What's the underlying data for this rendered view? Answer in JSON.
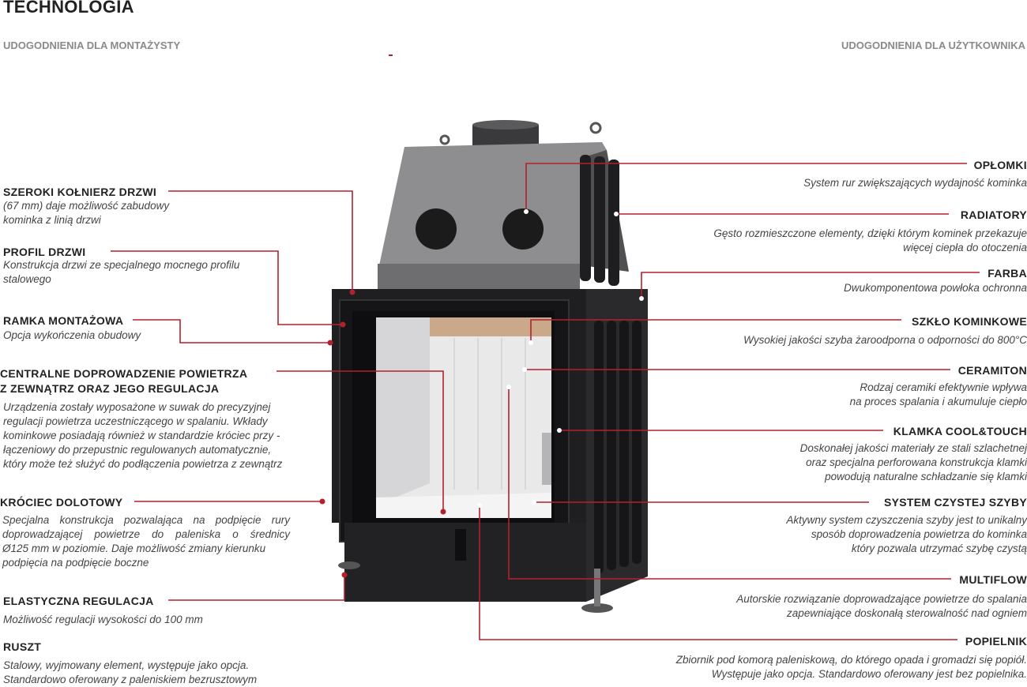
{
  "page_title": "TECHNOLOGIA",
  "col_left": "UDOGODNIENIA DLA MONTAŻYSTY",
  "col_right": "UDOGODNIENIA DLA UŻYTKOWNIKA",
  "left": [
    {
      "title": "SZEROKI KOŁNIERZ DRZWI",
      "desc": [
        "(67 mm) daje możliwość zabudowy",
        "kominka z linią drzwi"
      ]
    },
    {
      "title": "PROFIL DRZWI",
      "desc": [
        "Konstrukcja drzwi ze specjalnego mocnego profilu",
        "stalowego"
      ]
    },
    {
      "title": "RAMKA MONTAŻOWA",
      "desc": [
        "Opcja wykończenia obudowy"
      ]
    },
    {
      "title": [
        "CENTRALNE DOPROWADZENIE POWIETRZA",
        "Z ZEWNĄTRZ ORAZ JEGO REGULACJA"
      ],
      "desc": [
        "Urządzenia zostały wyposażone w suwak do precyzyjnej",
        "regulacji powietrza uczestniczącego w spalaniu. Wkłady",
        "kominkowe posiadają również w standardzie króciec przy -",
        "łączeniowy do przepustnic regulowanych automatycznie,",
        "który może też służyć do podłączenia powietrza z zewnątrz"
      ]
    },
    {
      "title": "KRÓCIEC DOLOTOWY",
      "desc": [
        "Specjalna konstrukcja pozwalająca na podpięcie rury",
        "doprowadzającej powietrze do paleniska o średnicy",
        "Ø125 mm w poziomie. Daje możliwość zmiany kierunku",
        "podpięcia na podpięcie boczne"
      ]
    },
    {
      "title": "ELASTYCZNA REGULACJA",
      "desc": [
        "Możliwość regulacji wysokości do 100 mm"
      ]
    },
    {
      "title": "RUSZT",
      "desc": [
        "Stalowy, wyjmowany element, występuje jako opcja.",
        "Standardowo oferowany z paleniskiem bezrusztowym"
      ]
    }
  ],
  "right": [
    {
      "title": "OPŁOMKI",
      "desc": [
        "System rur zwiększających wydajność kominka"
      ]
    },
    {
      "title": "RADIATORY",
      "desc": [
        "Gęsto rozmieszczone elementy, dzięki którym kominek przekazuje",
        "więcej ciepła do otoczenia"
      ]
    },
    {
      "title": "FARBA",
      "desc": [
        "Dwukomponentowa powłoka ochronna"
      ]
    },
    {
      "title": "SZKŁO KOMINKOWE",
      "desc": [
        "Wysokiej jakości szyba żaroodporna o odporności do 800°C"
      ]
    },
    {
      "title": "CERAMITON",
      "desc": [
        "Rodzaj ceramiki efektywnie wpływa",
        "na proces spalania i akumuluje ciepło"
      ]
    },
    {
      "title": "KLAMKA COOL&TOUCH",
      "desc": [
        "Doskonałej jakości materiały ze stali szlachetnej",
        "oraz specjalna perforowana konstrukcja klamki",
        "powodują naturalne schładzanie się klamki"
      ]
    },
    {
      "title": "SYSTEM CZYSTEJ SZYBY",
      "desc": [
        "Aktywny system czyszczenia szyby jest to unikalny",
        "sposób doprowadzenia powietrza do kominka",
        "który pozwala utrzymać szybę czystą"
      ]
    },
    {
      "title": "MULTIFLOW",
      "desc": [
        "Autorskie rozwiązanie doprowadzające powietrze do spalania",
        "zapewniające doskonałą sterowalność nad ogniem"
      ]
    },
    {
      "title": "POPIELNIK",
      "desc": [
        "Zbiornik pod komorą paleniskową, do którego opada i gromadzi się popiół.",
        "Występuje jako opcja. Standardowo oferowany jest bez popielnika."
      ]
    }
  ],
  "colors": {
    "accent": "#b3202e",
    "dark": "#1c1c1e",
    "steel": "#8b8b8d",
    "title": "#222222",
    "muted": "#8a8a8a"
  },
  "icons": {
    "product": "fireplace-insert-illustration"
  }
}
